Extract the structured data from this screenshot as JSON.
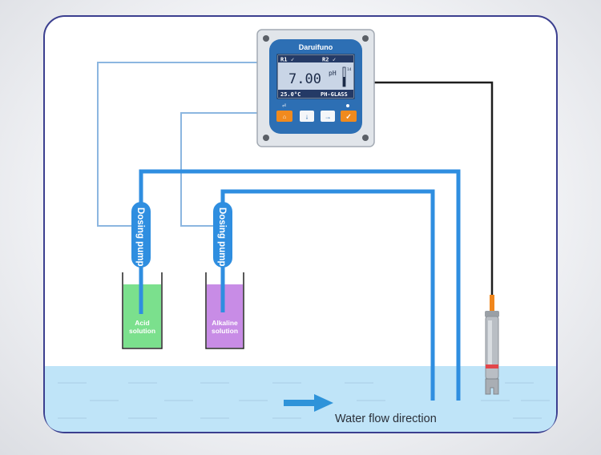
{
  "controller": {
    "brand": "Daruifuno",
    "relay1": "R1",
    "relay2": "R2",
    "reading_value": "7.00",
    "reading_unit": "pH",
    "bar_max": "14",
    "temperature": "25.0°C",
    "mode": "PH-GLASS"
  },
  "pumps": [
    {
      "label": "Dosing pump"
    },
    {
      "label": "Dosing pump"
    }
  ],
  "containers": [
    {
      "line1": "Acid",
      "line2": "solution"
    },
    {
      "line1": "Alkaline",
      "line2": "solution"
    }
  ],
  "flow_label": "Water flow direction",
  "colors": {
    "pipe": "#2f8ee0",
    "cable": "#8cb6e0",
    "water": "#bfe4f8",
    "acid": "#7be08d",
    "alkaline": "#c88ce6",
    "frame": "#3b3f8f",
    "flow_arrow": "#2e93d9"
  },
  "icons": [
    "arrow-down-icon",
    "arrow-right-icon",
    "menu-key-icon",
    "enter-check-icon"
  ]
}
